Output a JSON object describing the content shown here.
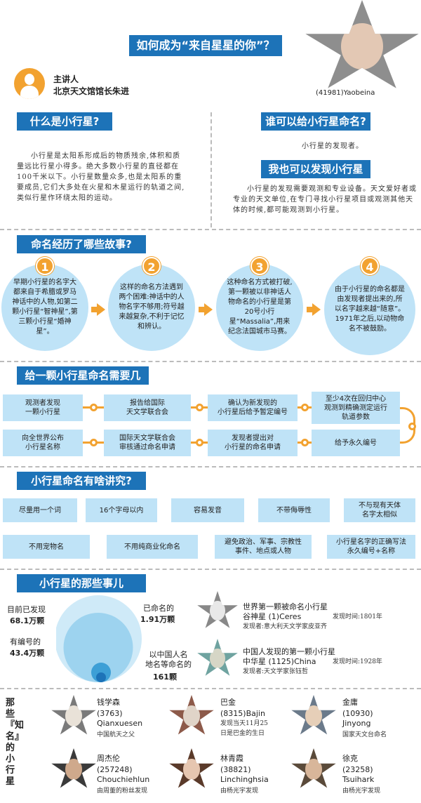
{
  "header": {
    "title": "如何成为“来自星星的你”？",
    "speaker_role": "主讲人",
    "speaker_name": "北京天文馆馆长朱进",
    "portrait_caption": "(41981)Yaobeina"
  },
  "what": {
    "title": "什么是小行星?",
    "body": "小行星是太阳系形成后的物质残余,体积和质量远比行星小得多。绝大多数小行星的直径都在100千米以下。小行星数量众多,也是太阳系的重要成员,它们大多处在火星和木星运行的轨道之间,类似行星作环绕太阳的运动。"
  },
  "who": {
    "title": "谁可以给小行星命名?",
    "body": "小行星的发现者。"
  },
  "can": {
    "title": "我也可以发现小行星吗?",
    "body": "小行星的发现需要观测和专业设备。天文爱好者或专业的天文单位,在专门寻找小行星项目或观测其他天体的时候,都可能观测到小行星。"
  },
  "stories": {
    "title": "命名经历了哪些故事?",
    "items": [
      {
        "n": "1",
        "text": "早期小行星的名字大都来自于希腊或罗马神话中的人物,如第二颗小行星“智神星”,第三颗小行星“婚神星”。"
      },
      {
        "n": "2",
        "text": "这样的命名方法遇到两个困难:神话中的人物名字不够用;符号越来越复杂,不利于记忆和辨认。"
      },
      {
        "n": "3",
        "text": "这种命名方式被打破,第一颗被以非神话人物命名的小行星是第20号小行星“Massalia”,用来纪念法国城市马赛。"
      },
      {
        "n": "4",
        "text": "由于小行星的命名都是由发现者提出来的,所以名字越来越“随意”。1971年之后,以动物命名不被鼓励。"
      }
    ]
  },
  "steps": {
    "title": "给一颗小行星命名需要几步?",
    "row1": [
      "观测者发现\n一颗小行星",
      "报告给国际\n天文学联合会",
      "确认为新发现的\n小行星后给予暂定编号",
      "至少4次在回归中心\n观测到精确测定运行\n轨道参数"
    ],
    "row2": [
      "向全世界公布\n小行星名称",
      "国际天文学联合会\n审核通过命名申请",
      "发现者提出对\n小行星的命名申请",
      "给予永久编号"
    ]
  },
  "rules": {
    "title": "小行星命名有啥讲究?",
    "row1": [
      "尽量用一个词",
      "16个字母以内",
      "容易发音",
      "不带侮辱性",
      "不与现有天体\n名字太相似"
    ],
    "row2": [
      "不用宠物名",
      "不用纯商业化命名",
      "避免政治、军事、宗教性\n事件、地点或人物",
      "小行星名字的正确写法\n永久编号+名称"
    ]
  },
  "facts": {
    "title": "小行星的那些事儿",
    "found_label": "目前已发现",
    "found_value": "68.1万颗",
    "numbered_label": "有编号的",
    "numbered_value": "43.4万颗",
    "named_label": "已命名的",
    "named_value": "1.91万颗",
    "chinese_label": "以中国人名\n地名等命名的",
    "chinese_value": "161颗",
    "first_title": "世界第一颗被命名小行星",
    "first_name": "谷神星 (1)Ceres",
    "first_time": "发现时间:1801年",
    "first_finder": "发现者:意大利天文学家皮亚齐",
    "cn_title": "中国人发现的第一颗小行星",
    "cn_name": "中华星 (1125)China",
    "cn_time": "发现时间:1928年",
    "cn_finder": "发现者:天文学家张钰哲",
    "chart_values": [
      68.1,
      43.4,
      1.91,
      0.0161
    ]
  },
  "famous": {
    "label": "那些『知名』的小行星",
    "people": [
      {
        "cn": "钱学森",
        "num": "(3763)",
        "en": "Qianxuesen",
        "note": "中国航天之父"
      },
      {
        "cn": "巴金",
        "num": "(8315)Bajin",
        "en": "",
        "note": "发现当天11月25\n日是巴金的生日"
      },
      {
        "cn": "金庸",
        "num": "(10930)",
        "en": "Jinyong",
        "note": "国家天文台命名"
      },
      {
        "cn": "周杰伦",
        "num": "(257248)",
        "en": "Chouchiehlun",
        "note": "由周董的粉丝发现"
      },
      {
        "cn": "林青霞",
        "num": "(38821)",
        "en": "Linchinghsia",
        "note": "由杨光宇发现"
      },
      {
        "cn": "徐克",
        "num": "(23258)",
        "en": "Tsuihark",
        "note": "由杨光宇发现"
      }
    ]
  }
}
